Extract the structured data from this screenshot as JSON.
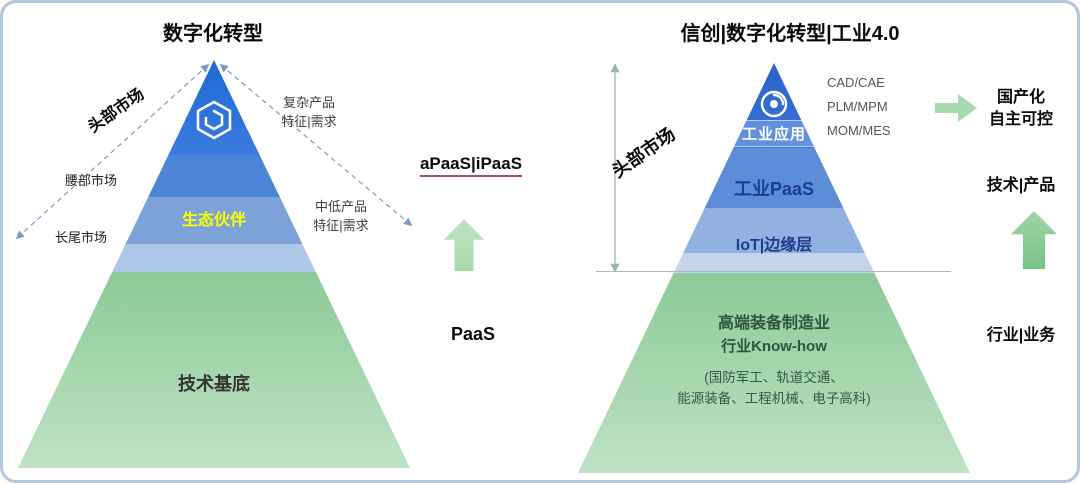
{
  "left": {
    "title": "数字化转型",
    "market_top": "头部市场",
    "market_middle": "腰部市场",
    "market_tail": "长尾市场",
    "complex_product": [
      "复杂产品",
      "特征|需求"
    ],
    "mid_product": [
      "中低产品",
      "特征|需求"
    ],
    "layer_partner": "生态伙伴",
    "layer_base": "技术基底",
    "apaas": "aPaaS|iPaaS",
    "paas": "PaaS"
  },
  "right": {
    "title": "信创|数字化转型|工业4.0",
    "market_top": "头部市场",
    "layer_app": "工业应用",
    "layer_paas": "工业PaaS",
    "layer_iot": "IoT|边缘层",
    "base_lines": [
      "高端装备制造业",
      "行业Know-how",
      "(国防军工、轨道交通、",
      "能源装备、工程机械、电子高科)"
    ],
    "side_labels": [
      "CAD/CAE",
      "PLM/MPM",
      "MOM/MES"
    ],
    "localization": [
      "国产化",
      "自主可控"
    ],
    "tech_product": "技术|产品",
    "industry_business": "行业|业务"
  },
  "icons": {
    "left_pyramid_logo": "hexagon-logo-icon",
    "right_pyramid_logo": "aperture-logo-icon",
    "left_up_arrow": "up-arrow-icon",
    "right_up_arrow": "up-arrow-icon",
    "right_side_arrow": "right-arrow-icon"
  },
  "colors": {
    "canvas_border": "#b6c6da",
    "blue_top": "#1e6ad6",
    "blue_band2": "#4d85d6",
    "blue_band3": "#7ca2d8",
    "blue_band4": "#b0c8e8",
    "blue_top_r": "#2a63cb",
    "blue_band2_r": "#5d8cd8",
    "blue_band3_r": "#93b1e0",
    "blue_band4_r": "#c3d4ec",
    "green_top": "#8cca97",
    "green_bottom": "#bfe2c4",
    "arrow_green_light": "#a9d9ae",
    "arrow_green_mid": "#79c287",
    "partner_yellow": "#fdff00",
    "navy_text": "#1d3d8f",
    "green_text": "#2f5540",
    "dashed_line": "#7e9bbf",
    "measure_line": "#9fb6a6",
    "underline_red": "#b05050"
  }
}
